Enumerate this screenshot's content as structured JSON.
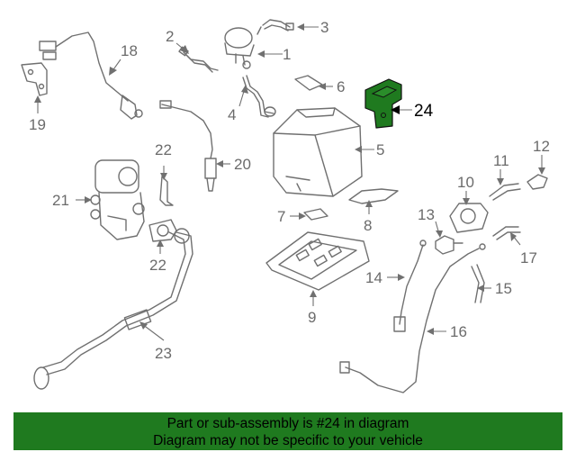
{
  "callouts": [
    "1",
    "2",
    "3",
    "4",
    "5",
    "6",
    "7",
    "8",
    "9",
    "10",
    "11",
    "12",
    "13",
    "14",
    "15",
    "16",
    "17",
    "18",
    "19",
    "20",
    "21",
    "22",
    "22",
    "23",
    "24"
  ],
  "highlight_color": "#1f7a1f",
  "banner": {
    "line1": "Part or sub-assembly is #24 in diagram",
    "line2": "Diagram may not be specific to your vehicle"
  }
}
